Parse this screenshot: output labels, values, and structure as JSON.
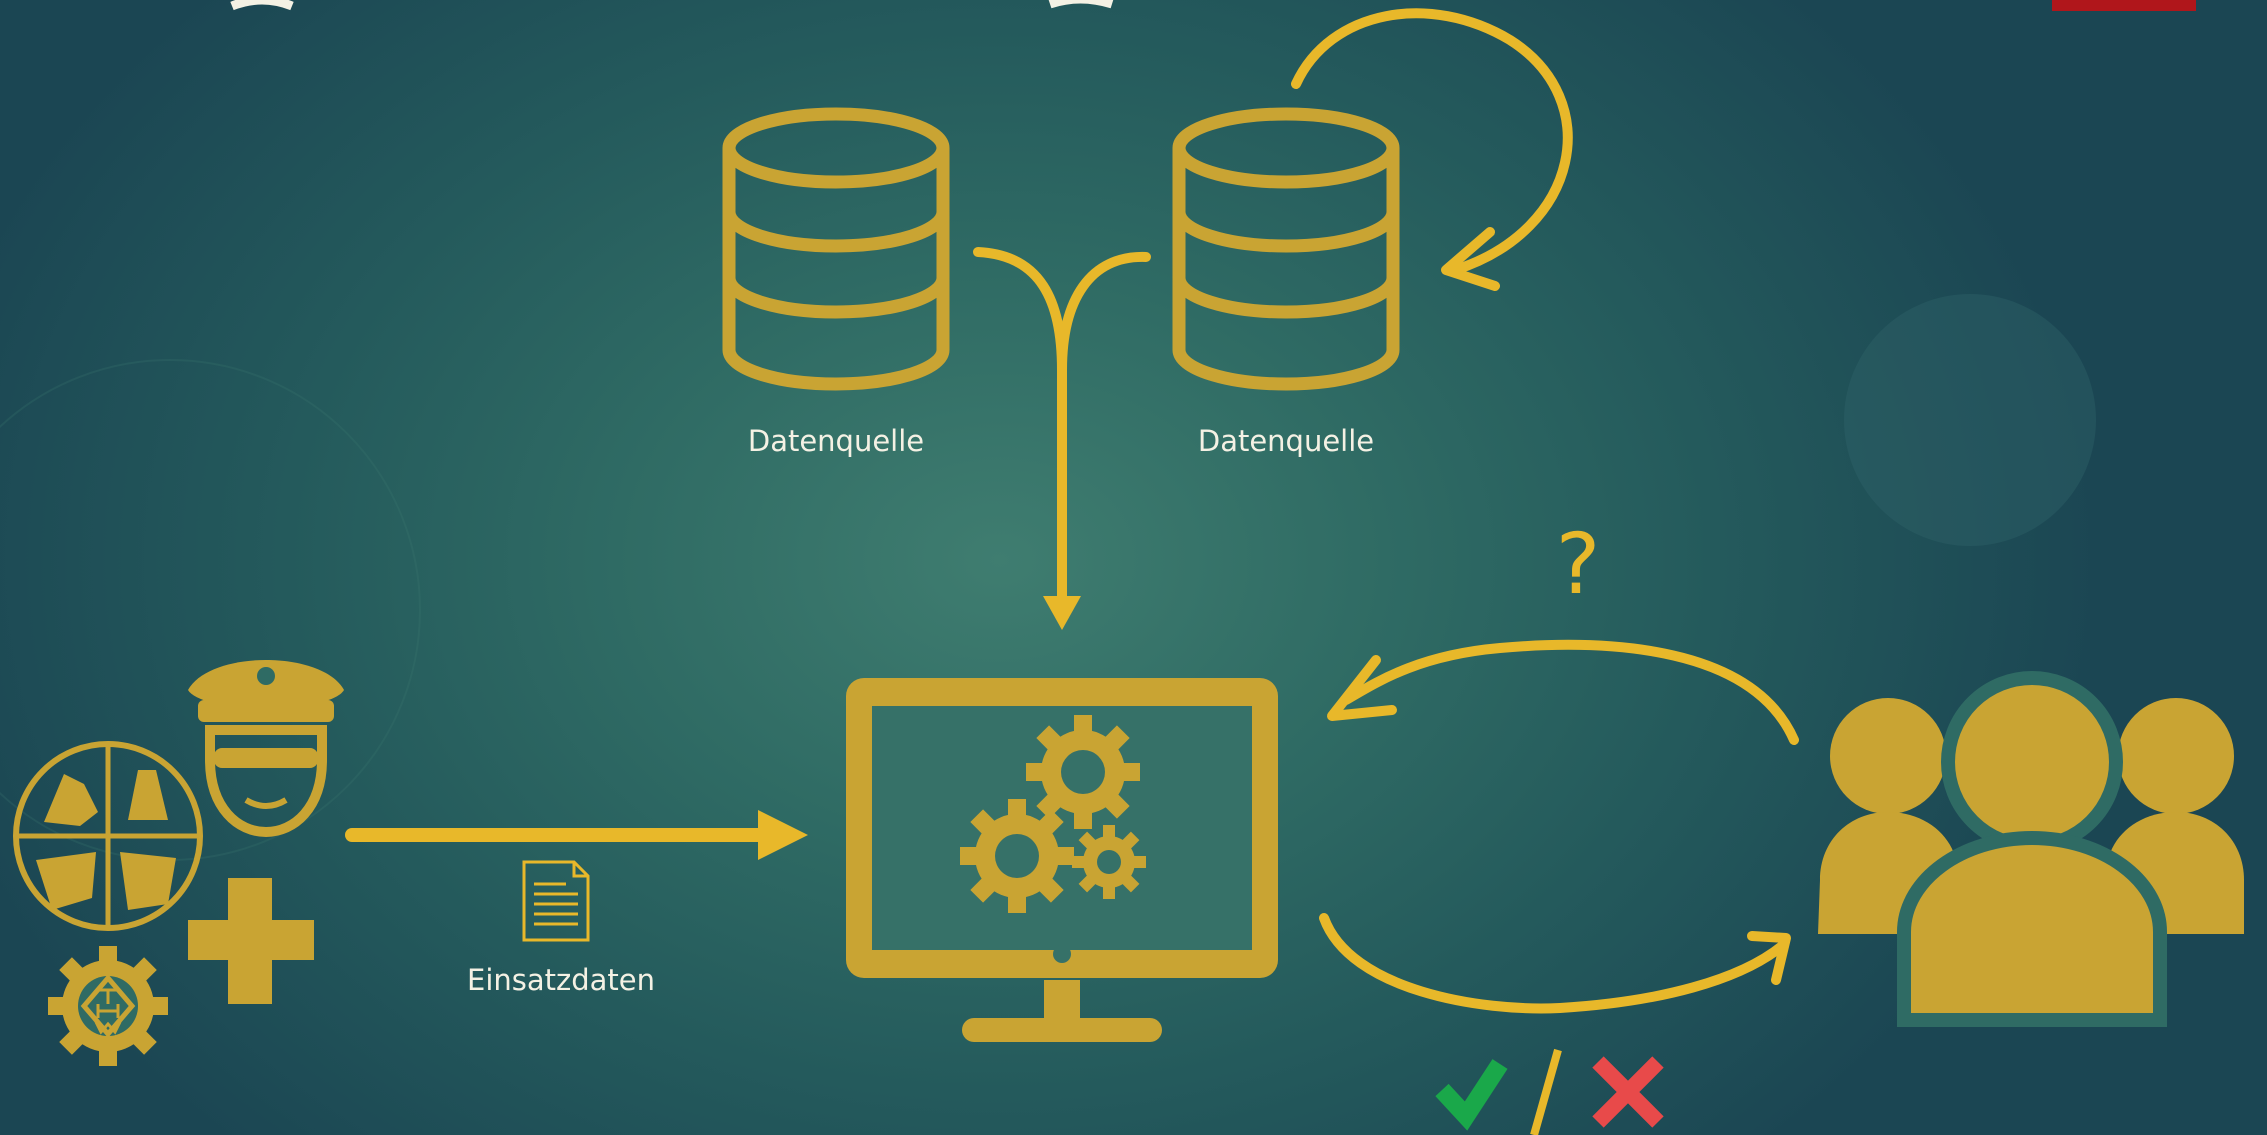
{
  "diagram": {
    "nodes": {
      "source_left": {
        "label": "Datenquelle",
        "icon": "database-icon"
      },
      "source_right": {
        "label": "Datenquelle",
        "icon": "database-icon"
      },
      "system": {
        "icon": "computer-gears-icon"
      },
      "responders": {
        "icons": [
          "police-officer-icon",
          "fire-brigade-emblem-icon",
          "medical-cross-icon",
          "thw-emblem-icon"
        ]
      },
      "users": {
        "icon": "user-group-icon"
      },
      "document": {
        "label": "Einsatzdaten",
        "icon": "document-icon"
      }
    },
    "edges": [
      {
        "from": "source_left",
        "to": "system",
        "style": "merge-arrow"
      },
      {
        "from": "source_right",
        "to": "system",
        "style": "merge-arrow"
      },
      {
        "from": "source_right",
        "to": "source_right",
        "style": "loop-arrow"
      },
      {
        "from": "responders",
        "to": "system",
        "style": "arrow"
      },
      {
        "from": "users",
        "to": "system",
        "style": "curved-arrow",
        "marker": "question-mark-icon"
      },
      {
        "from": "system",
        "to": "users",
        "style": "curved-arrow",
        "marker": "approve-reject-icon"
      }
    ],
    "question_symbol": "?"
  },
  "colors": {
    "accent": "#e8b82a",
    "icon_fill": "#c9a433",
    "text": "#f4f1e4",
    "approve": "#1aa84a",
    "reject": "#e84a4a",
    "corner_tab": "#b0161b"
  }
}
